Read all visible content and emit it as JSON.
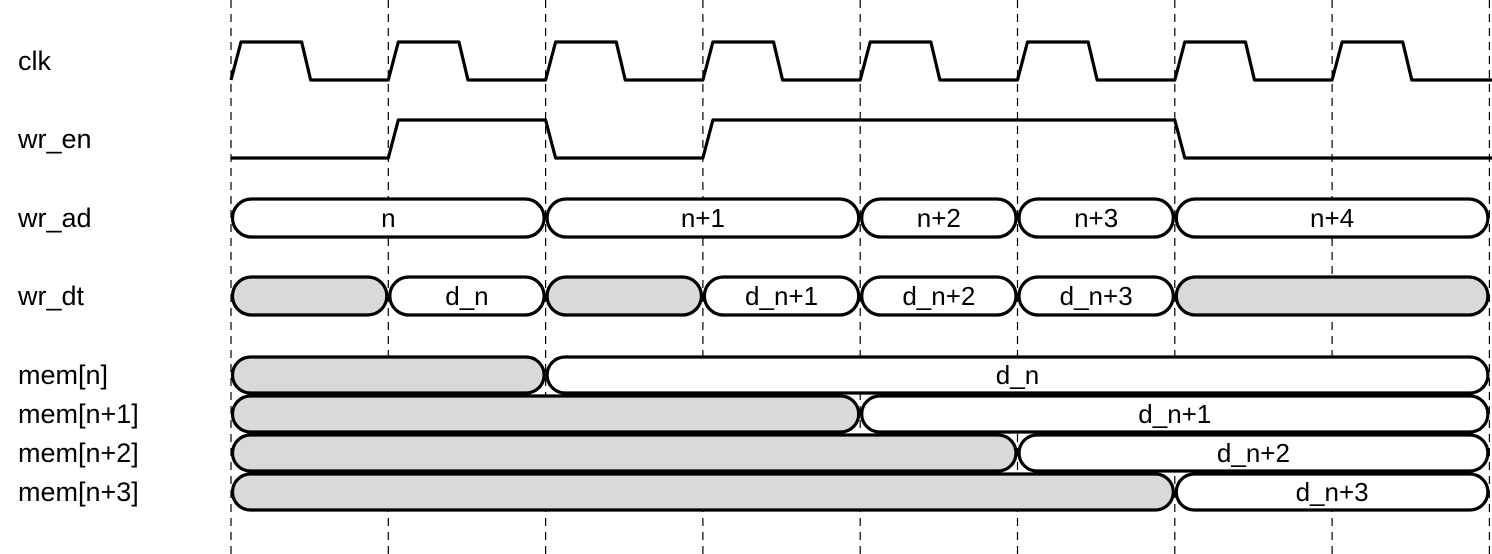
{
  "diagram": {
    "type": "timing-diagram",
    "cycles": 8,
    "colors": {
      "line": "#000000",
      "undefined_fill": "#d9d9d9",
      "value_fill": "#ffffff"
    },
    "signals": [
      {
        "name": "clk",
        "kind": "clock"
      },
      {
        "name": "wr_en",
        "kind": "bit",
        "levels": [
          0,
          1,
          0,
          1,
          1,
          1,
          0,
          0
        ]
      },
      {
        "name": "wr_ad",
        "kind": "bus",
        "segments": [
          {
            "from": 0,
            "to": 2,
            "label": "n"
          },
          {
            "from": 2,
            "to": 4,
            "label": "n+1"
          },
          {
            "from": 4,
            "to": 5,
            "label": "n+2"
          },
          {
            "from": 5,
            "to": 6,
            "label": "n+3"
          },
          {
            "from": 6,
            "to": 8,
            "label": "n+4"
          }
        ]
      },
      {
        "name": "wr_dt",
        "kind": "bus",
        "segments": [
          {
            "from": 0,
            "to": 1,
            "label": null
          },
          {
            "from": 1,
            "to": 2,
            "label": "d_n"
          },
          {
            "from": 2,
            "to": 3,
            "label": null
          },
          {
            "from": 3,
            "to": 4,
            "label": "d_n+1"
          },
          {
            "from": 4,
            "to": 5,
            "label": "d_n+2"
          },
          {
            "from": 5,
            "to": 6,
            "label": "d_n+3"
          },
          {
            "from": 6,
            "to": 8,
            "label": null
          }
        ]
      },
      {
        "name": "mem[n]",
        "kind": "bus",
        "segments": [
          {
            "from": 0,
            "to": 2,
            "label": null
          },
          {
            "from": 2,
            "to": 8,
            "label": "d_n"
          }
        ]
      },
      {
        "name": "mem[n+1]",
        "kind": "bus",
        "segments": [
          {
            "from": 0,
            "to": 4,
            "label": null
          },
          {
            "from": 4,
            "to": 8,
            "label": "d_n+1"
          }
        ]
      },
      {
        "name": "mem[n+2]",
        "kind": "bus",
        "segments": [
          {
            "from": 0,
            "to": 5,
            "label": null
          },
          {
            "from": 5,
            "to": 8,
            "label": "d_n+2"
          }
        ]
      },
      {
        "name": "mem[n+3]",
        "kind": "bus",
        "segments": [
          {
            "from": 0,
            "to": 6,
            "label": null
          },
          {
            "from": 6,
            "to": 8,
            "label": "d_n+3"
          }
        ]
      }
    ]
  }
}
